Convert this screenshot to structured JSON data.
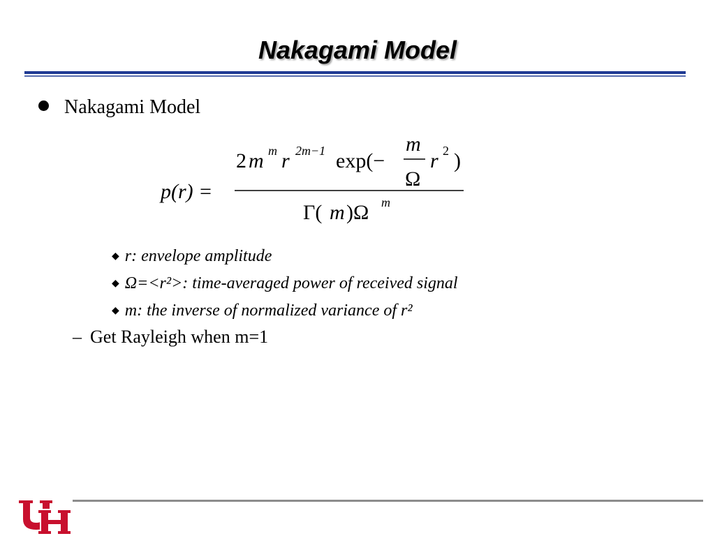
{
  "slide": {
    "title": "Nakagami Model",
    "main_bullet": "Nakagami Model",
    "formula": {
      "lhs": "p(r) =",
      "num_coef": "2",
      "num_m": "m",
      "num_m_sup": "m",
      "num_r": "r",
      "num_r_sup": "2m−1",
      "num_exp": "exp(−",
      "frac_num": "m",
      "frac_den": "Ω",
      "frac_r": "r",
      "frac_r_sup": "2",
      "close_paren": ")",
      "den_gamma": "Γ(",
      "den_m": "m",
      "den_close": ")Ω",
      "den_sup": "m"
    },
    "sub_bullets": [
      "r: envelope amplitude",
      "Ω=<r²>: time-averaged power of received signal",
      "m: the inverse of normalized variance of r²"
    ],
    "dash_item": "Get Rayleigh when m=1",
    "logo_letters": "UH"
  },
  "colors": {
    "title_rule": "#1f3a93",
    "footer_rule": "#8c8c8c",
    "logo_red": "#c8102e"
  }
}
